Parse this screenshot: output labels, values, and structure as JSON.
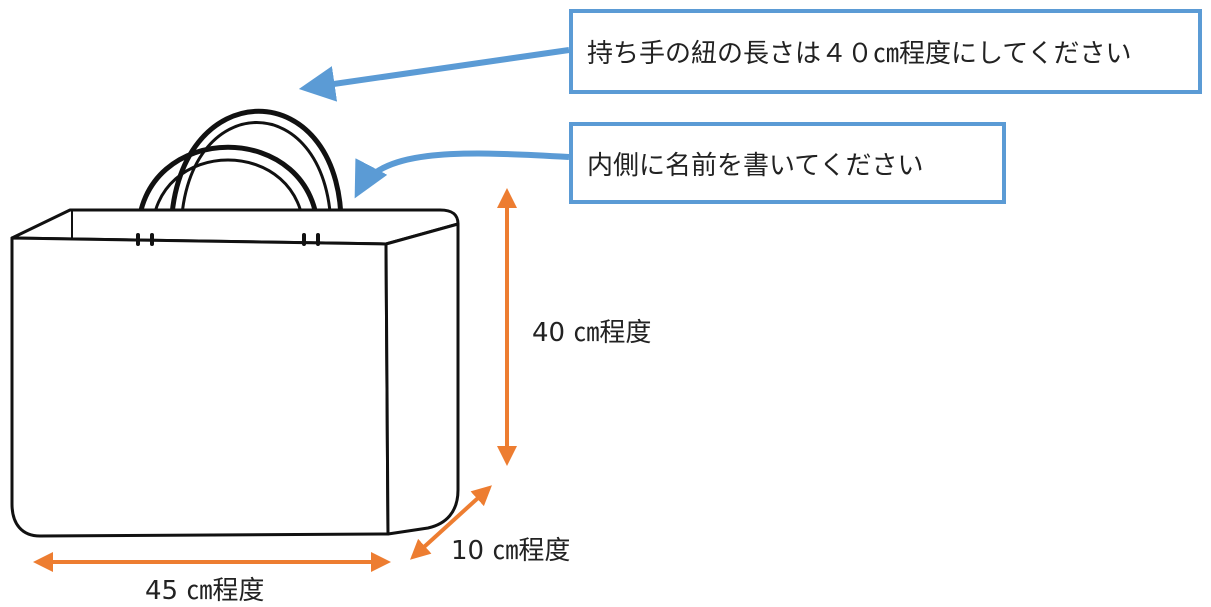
{
  "callouts": {
    "handle_note": "持ち手の紐の長さは４０㎝程度にしてください",
    "name_note": "内側に名前を書いてください"
  },
  "dimensions": {
    "height": "40 ㎝程度",
    "depth": "10 ㎝程度",
    "width": "45 ㎝程度"
  },
  "colors": {
    "callout_border": "#5b9bd5",
    "callout_arrow": "#5b9bd5",
    "dimension_arrow": "#ed7d31",
    "outline": "#111111"
  },
  "icons": [
    "tote-bag-illustration"
  ]
}
